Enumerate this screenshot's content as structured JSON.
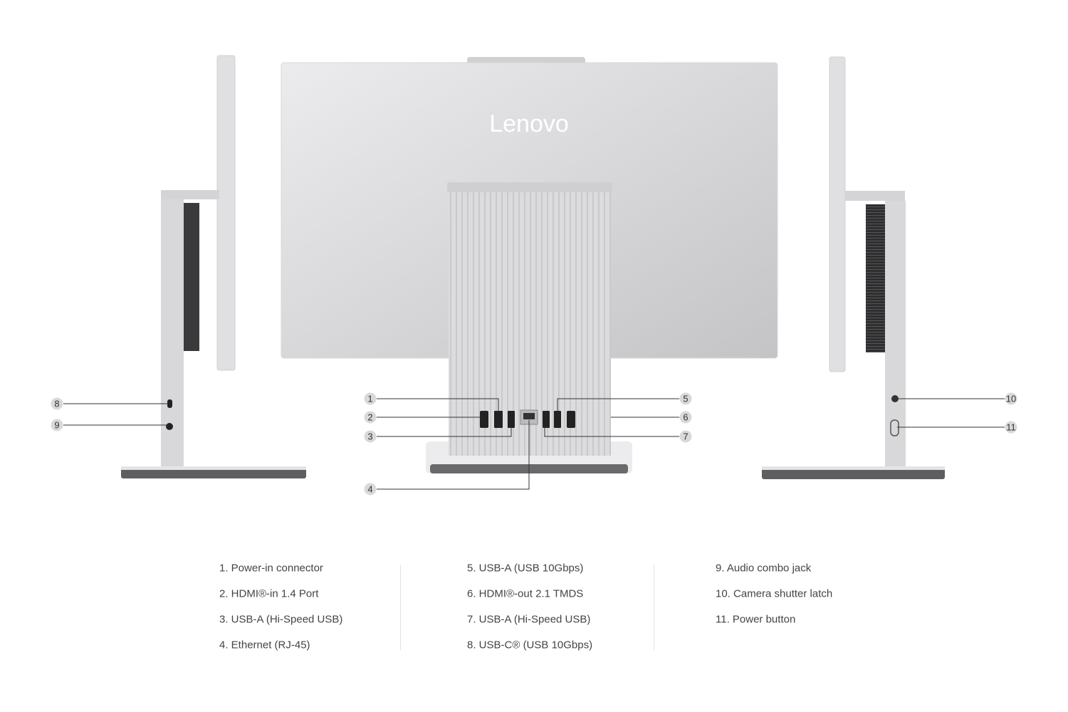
{
  "logo_text": "Lenovo",
  "callouts": [
    "1",
    "2",
    "3",
    "4",
    "5",
    "6",
    "7",
    "8",
    "9",
    "10",
    "11"
  ],
  "legend": {
    "col1": [
      "1. Power-in connector",
      "2. HDMI®-in 1.4 Port",
      "3. USB-A (Hi-Speed USB)",
      "4. Ethernet (RJ-45)"
    ],
    "col2": [
      "5. USB-A (USB 10Gbps)",
      "6. HDMI®-out 2.1 TMDS",
      "7. USB-A (Hi-Speed USB)",
      "8. USB-C® (USB 10Gbps)"
    ],
    "col3": [
      "9. Audio combo jack",
      "10. Camera shutter latch",
      "11. Power button"
    ]
  },
  "colors": {
    "body": "#d6d6d8",
    "dark": "#3a3a3c",
    "line": "#333333",
    "bubble": "#d9d9d9"
  }
}
